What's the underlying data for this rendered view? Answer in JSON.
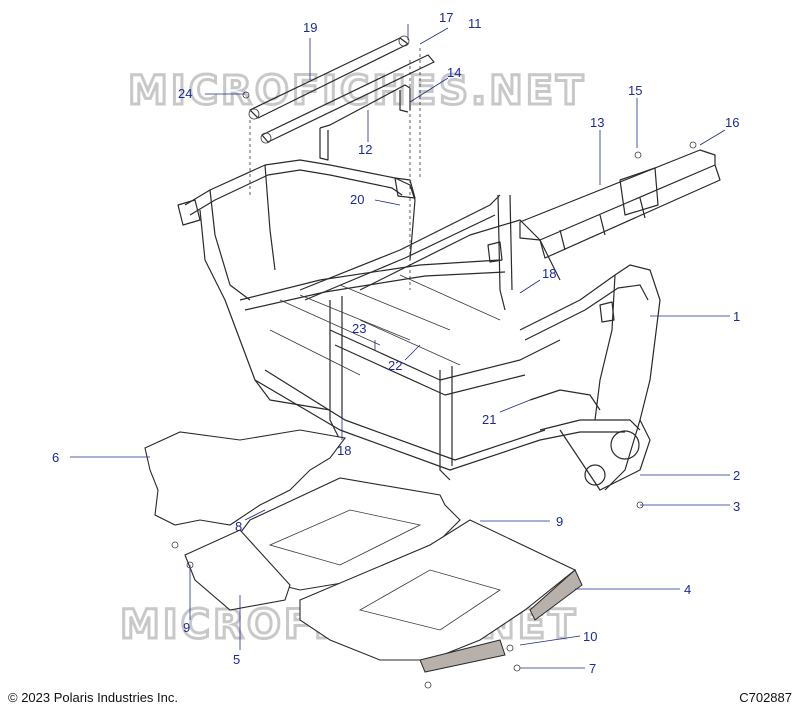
{
  "watermark_text": "MICROFICHES.NET",
  "callouts": {
    "c1": "1",
    "c2": "2",
    "c3": "3",
    "c4": "4",
    "c5": "5",
    "c6": "6",
    "c7": "7",
    "c8": "8",
    "c9a": "9",
    "c9b": "9",
    "c10": "10",
    "c11": "11",
    "c12": "12",
    "c13": "13",
    "c14": "14",
    "c15": "15",
    "c16": "16",
    "c17": "17",
    "c18a": "18",
    "c18b": "18",
    "c19": "19",
    "c20": "20",
    "c21": "21",
    "c22": "22",
    "c23": "23",
    "c24": "24"
  },
  "footer": {
    "copyright": "© 2023 Polaris Industries Inc.",
    "figure_code": "C702887"
  }
}
